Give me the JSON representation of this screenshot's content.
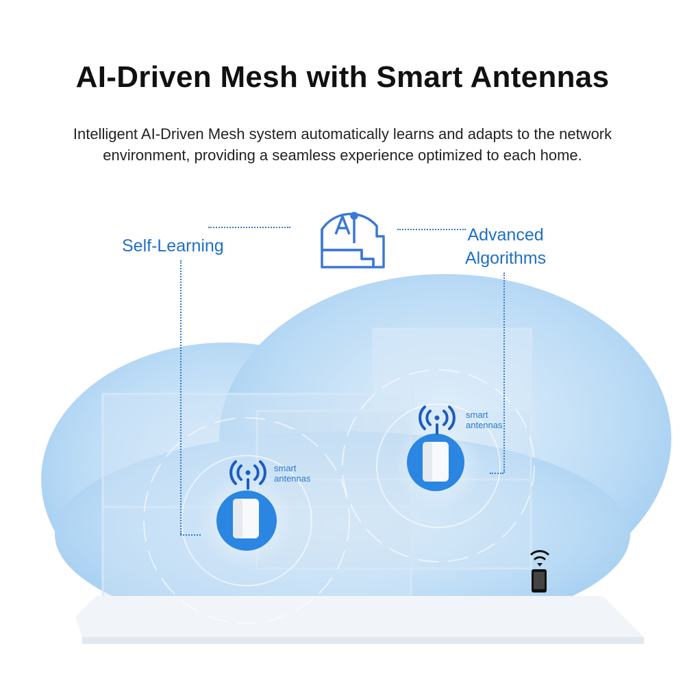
{
  "header": {
    "title": "AI-Driven Mesh with Smart Antennas",
    "subtitle_line1": "Intelligent AI-Driven Mesh system automatically learns and adapts to the network",
    "subtitle_line2": "environment, providing a seamless experience optimized to each home."
  },
  "diagram": {
    "center_icon": "ai-head-icon",
    "left_label": "Self-Learning",
    "right_label_line1": "Advanced",
    "right_label_line2": "Algorithms",
    "router_left": {
      "label_line1": "smart",
      "label_line2": "antennas",
      "icon": "wifi-signal-icon"
    },
    "router_right": {
      "label_line1": "smart",
      "label_line2": "antennas",
      "icon": "wifi-signal-icon"
    },
    "device_icon": "smartphone-wifi-icon",
    "colors": {
      "accent": "#1f6fc5",
      "cloud": "#b8d8f4",
      "router_circle": "#2a86e0"
    }
  }
}
